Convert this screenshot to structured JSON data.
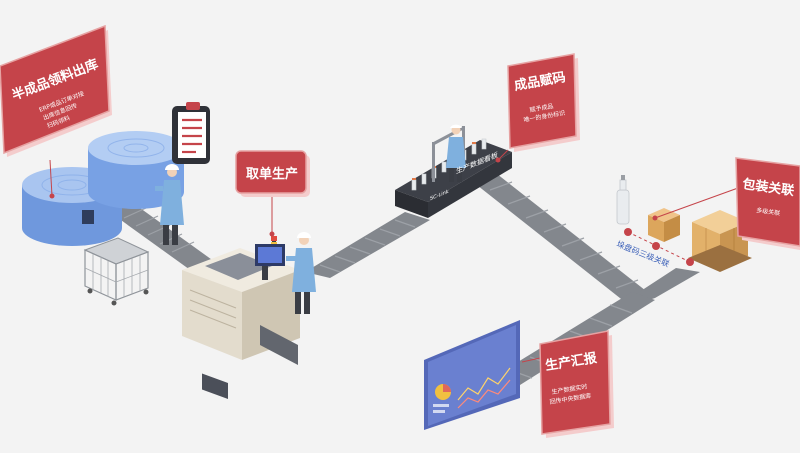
{
  "callouts": {
    "semi_finished": {
      "title": "半成品领料出库",
      "lines": [
        "ERP成品订单对接",
        "出库信息回传",
        "扫码领料"
      ]
    },
    "take_order": {
      "title": "取单生产",
      "lines": []
    },
    "product_code": {
      "title": "成品赋码",
      "lines": [
        "赋予成品",
        "唯一的身份标识"
      ]
    },
    "packaging": {
      "title": "包装关联",
      "lines": [
        "多级关联"
      ]
    },
    "report": {
      "title": "生产汇报",
      "lines": [
        "生产数据实时",
        "回传中央数据库"
      ]
    }
  },
  "dashboard": {
    "header": "生产数据看板",
    "logo": "SC-Link"
  },
  "conveyor_label": "垛盘码三级关联",
  "colors": {
    "callout_fill": "#c5444a",
    "callout_border": "#e8a0a0",
    "conveyor": "#7d8086",
    "drum": "#7aa5e6",
    "dashboard": "#5b72c4",
    "box": "#d9a55c"
  }
}
